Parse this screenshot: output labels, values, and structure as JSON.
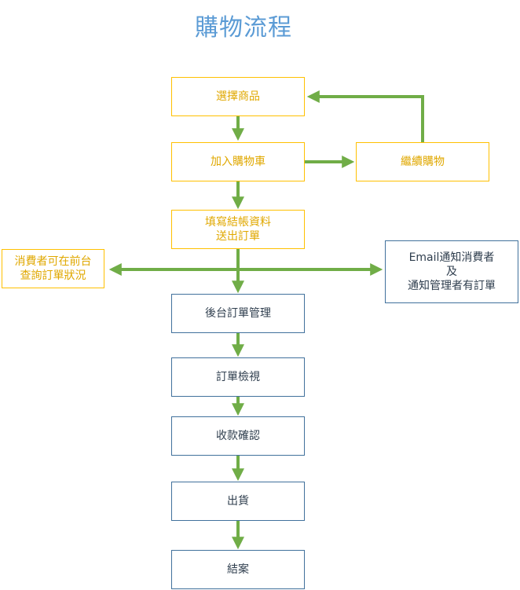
{
  "title": "購物流程",
  "nodes": {
    "select": "選擇商品",
    "add_cart": "加入購物車",
    "continue": "繼續購物",
    "fill_line1": "填寫結帳資料",
    "fill_line2": "送出訂單",
    "query_line1": "消費者可在前台",
    "query_line2": "查詢訂單狀況",
    "email_line1": "Email通知消費者",
    "email_line2": "及",
    "email_line3": "通知管理者有訂單",
    "backend": "後台訂單管理",
    "review": "訂單檢視",
    "payment": "收款確認",
    "ship": "出貨",
    "close": "結案"
  },
  "colors": {
    "title": "#5b9bd5",
    "customer_border": "#ffc000",
    "customer_text": "#e0a800",
    "admin_border": "#41719c",
    "arrow": "#70ad47"
  }
}
